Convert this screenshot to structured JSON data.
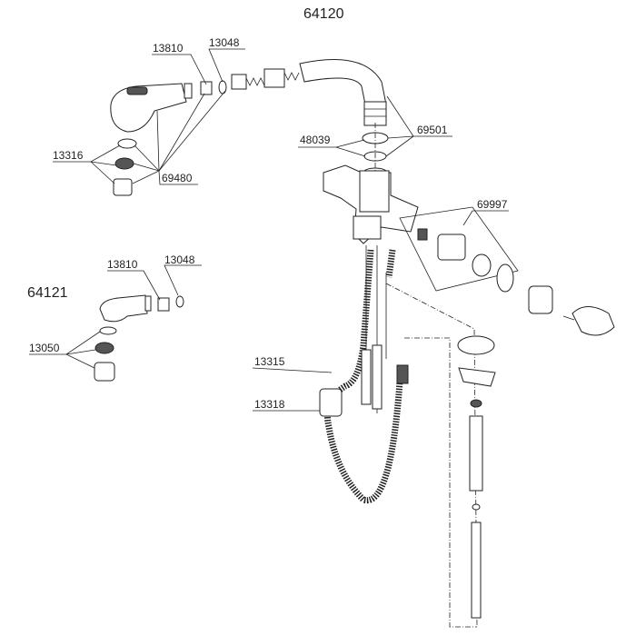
{
  "title": "64120",
  "variant_title": "64121",
  "parts": {
    "p13810_a": "13810",
    "p13048_a": "13048",
    "p13316": "13316",
    "p69480": "69480",
    "p48039": "48039",
    "p69501": "69501",
    "p69997": "69997",
    "p13810_b": "13810",
    "p13048_b": "13048",
    "p13050": "13050",
    "p13315": "13315",
    "p13318": "13318"
  }
}
